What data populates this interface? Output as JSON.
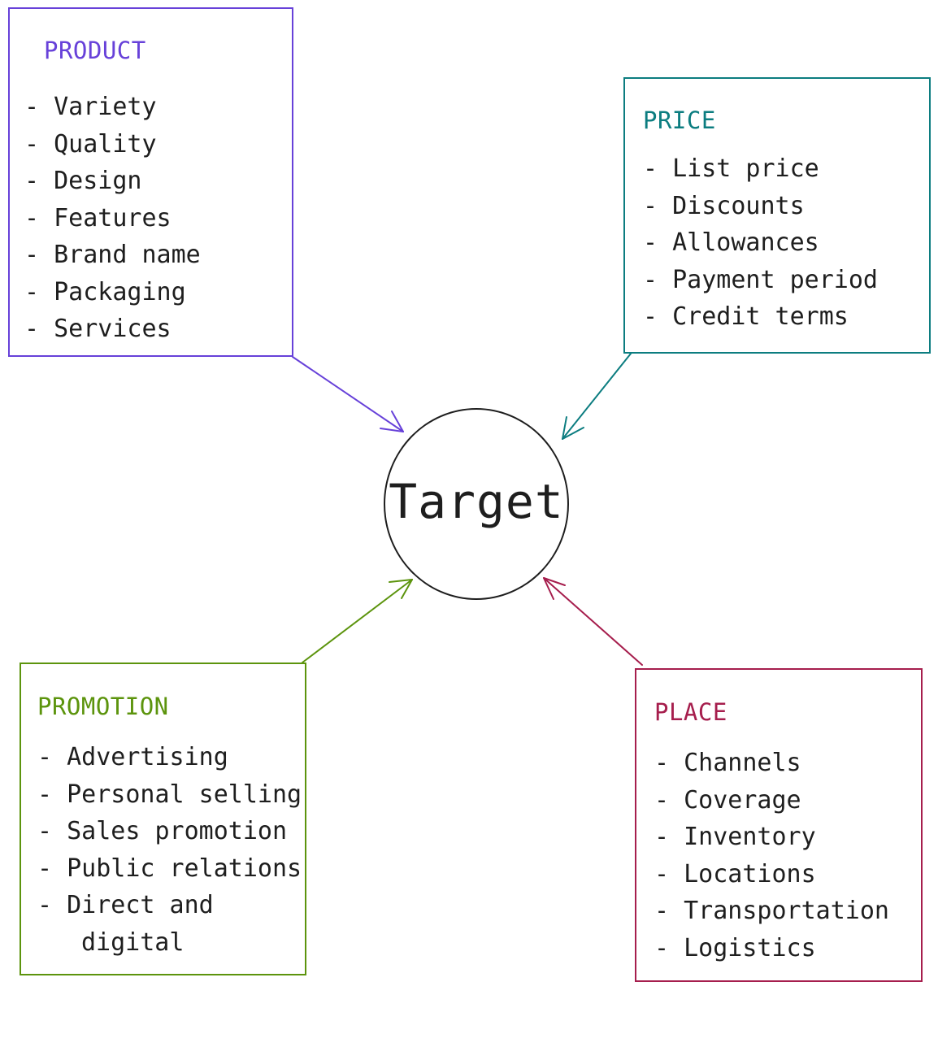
{
  "center": {
    "label": "Target"
  },
  "product": {
    "title": "PRODUCT",
    "color": "#6741d9",
    "items": [
      "Variety",
      "Quality",
      "Design",
      "Features",
      "Brand name",
      "Packaging",
      "Services"
    ]
  },
  "price": {
    "title": "PRICE",
    "color": "#0c7d80",
    "items": [
      "List price",
      "Discounts",
      "Allowances",
      "Payment period",
      "Credit terms"
    ]
  },
  "promotion": {
    "title": "PROMOTION",
    "color": "#5c940d",
    "items": [
      "Advertising",
      "Personal selling",
      "Sales promotion",
      "Public relations",
      "Direct and digital"
    ]
  },
  "place": {
    "title": "PLACE",
    "color": "#a61e4d",
    "items": [
      "Channels",
      "Coverage",
      "Inventory",
      "Locations",
      "Transportation",
      "Logistics"
    ]
  }
}
